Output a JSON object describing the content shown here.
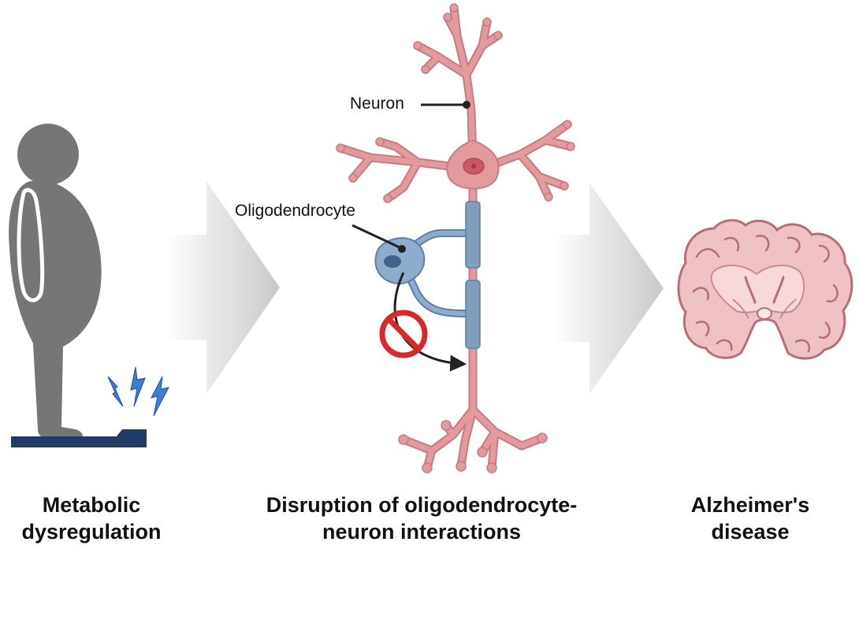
{
  "panels": {
    "left": {
      "caption_line1": "Metabolic",
      "caption_line2": "dysregulation",
      "icon": "person-on-scale-icon"
    },
    "middle": {
      "caption_line1": "Disruption of oligodendrocyte-",
      "caption_line2": "neuron interactions",
      "icon": "neuron-icon"
    },
    "right": {
      "caption_line1": "Alzheimer's",
      "caption_line2": "disease",
      "icon": "brain-section-icon"
    }
  },
  "labels": {
    "neuron": "Neuron",
    "oligodendrocyte": "Oligodendrocyte"
  },
  "colors": {
    "person": "#767676",
    "scale": "#1f3b66",
    "lightning": "#3f7fd0",
    "neuron": "#e39a9e",
    "neuron_outline": "#c97a80",
    "soma_nucleus": "#c95a63",
    "oligodendrocyte": "#7f9fbd",
    "oligodendrocyte_nucleus": "#3f638e",
    "myelin": "#6f8fb3",
    "prohibit": "#d42a2a",
    "brain": "#efc2c6",
    "brain_outline": "#b66f77"
  }
}
